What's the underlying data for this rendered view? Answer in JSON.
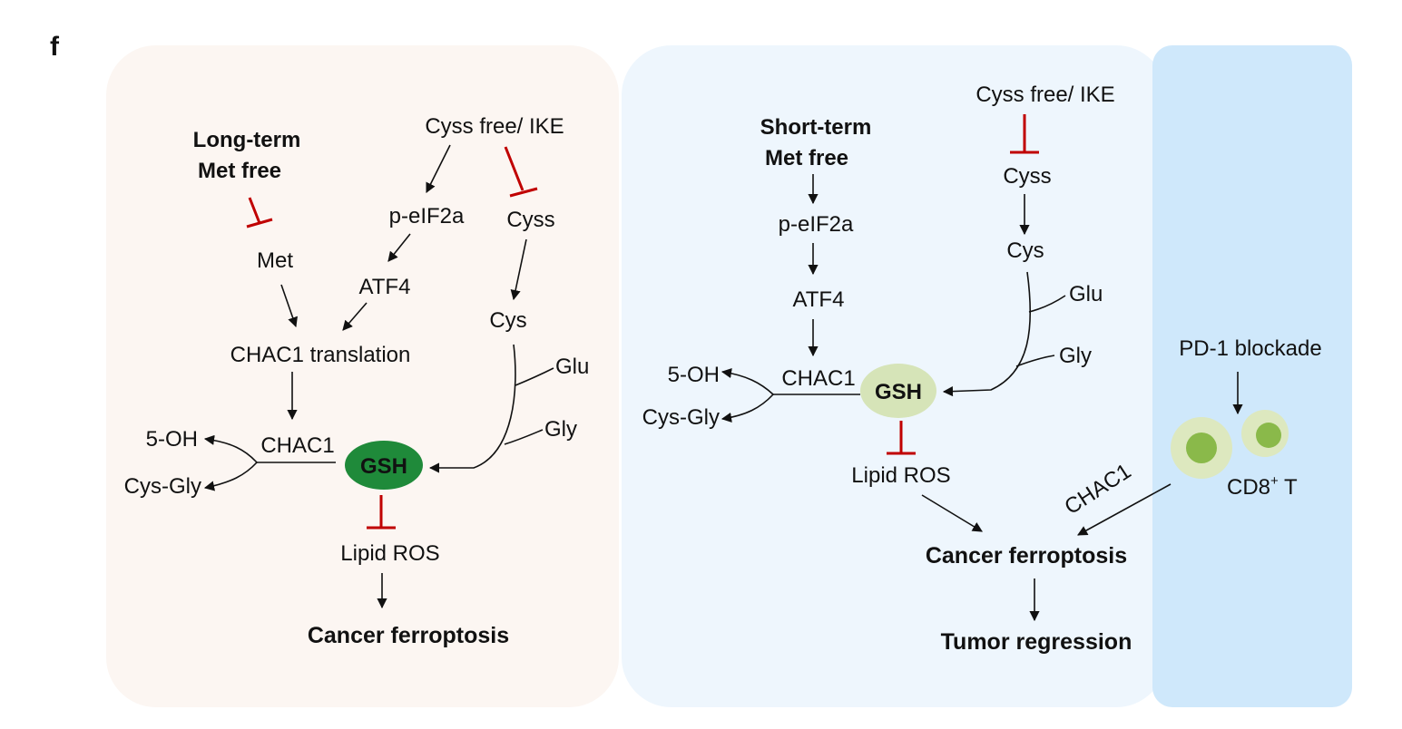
{
  "panel_label": "f",
  "colors": {
    "left_bg": "#fcf6f2",
    "middle_bg": "#eef6fd",
    "right_bg": "#cfe8fb",
    "inhibit": "#c00000",
    "arrow": "#111111",
    "gsh_dark": "#1f8a3a",
    "gsh_light": "#d6e4b8",
    "cell_outer": "#dde8bf",
    "cell_inner": "#8ab94a"
  },
  "left": {
    "title_line1": "Long-term",
    "title_line2": "Met free",
    "met": "Met",
    "cyss_ike": "Cyss free/ IKE",
    "peif2a": "p-eIF2a",
    "atf4": "ATF4",
    "cyss": "Cyss",
    "cys": "Cys",
    "chac1_translation": "CHAC1 translation",
    "glu": "Glu",
    "gly": "Gly",
    "five_oh": "5-OH",
    "chac1": "CHAC1",
    "cys_gly": "Cys-Gly",
    "gsh": "GSH",
    "lipid_ros": "Lipid ROS",
    "cancer_ferroptosis": "Cancer ferroptosis"
  },
  "middle": {
    "title_line1": "Short-term",
    "title_line2": "Met free",
    "peif2a": "p-eIF2a",
    "atf4": "ATF4",
    "cyss_ike": "Cyss free/ IKE",
    "cyss": "Cyss",
    "cys": "Cys",
    "glu": "Glu",
    "gly": "Gly",
    "five_oh": "5-OH",
    "chac1": "CHAC1",
    "cys_gly": "Cys-Gly",
    "gsh": "GSH",
    "lipid_ros": "Lipid ROS",
    "cancer_ferroptosis": "Cancer ferroptosis",
    "tumor_regression": "Tumor regression",
    "chac1_diagonal": "CHAC1"
  },
  "right": {
    "pd1": "PD-1 blockade",
    "cd8": "CD8",
    "cd8_sup": "+",
    "cd8_suffix": " T"
  }
}
